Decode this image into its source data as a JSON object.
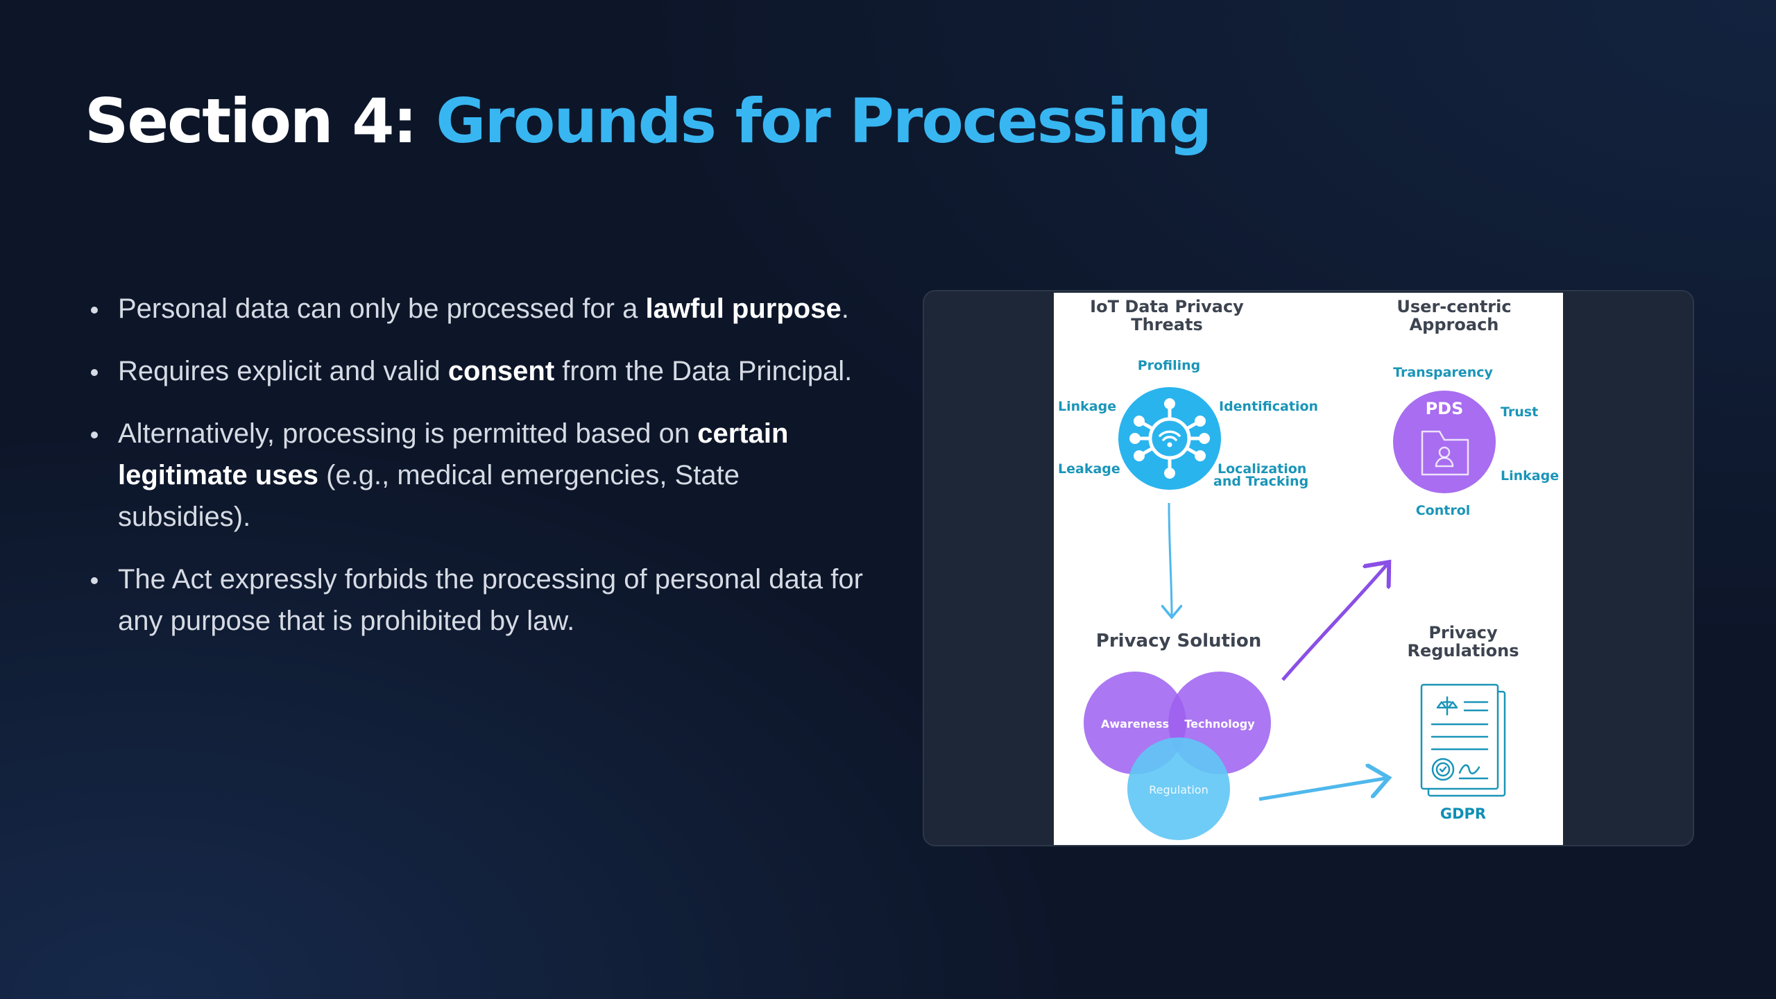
{
  "title": {
    "prefix": "Section 4:",
    "highlight": "Grounds for Processing"
  },
  "bullets": [
    {
      "parts": [
        {
          "text": "Personal data can only be processed for a ",
          "bold": false
        },
        {
          "text": "lawful purpose",
          "bold": true
        },
        {
          "text": ".",
          "bold": false
        }
      ]
    },
    {
      "parts": [
        {
          "text": "Requires explicit and valid ",
          "bold": false
        },
        {
          "text": "consent",
          "bold": true
        },
        {
          "text": " from the Data Principal.",
          "bold": false
        }
      ]
    },
    {
      "parts": [
        {
          "text": "Alternatively, processing is permitted based on ",
          "bold": false
        },
        {
          "text": "certain legitimate uses",
          "bold": true
        },
        {
          "text": " (e.g., medical emergencies, State subsidies).",
          "bold": false
        }
      ]
    },
    {
      "parts": [
        {
          "text": "The Act expressly forbids the processing of personal data for any purpose that is prohibited by law.",
          "bold": false
        }
      ]
    }
  ],
  "figure": {
    "threats": {
      "heading_line1": "IoT Data Privacy",
      "heading_line2": "Threats",
      "profiling": "Profiling",
      "linkage": "Linkage",
      "identification": "Identification",
      "leakage": "Leakage",
      "localization_line1": "Localization",
      "localization_line2": "and Tracking"
    },
    "user_centric": {
      "heading_line1": "User-centric",
      "heading_line2": "Approach",
      "transparency": "Transparency",
      "pds": "PDS",
      "trust": "Trust",
      "linkage": "Linkage",
      "control": "Control"
    },
    "solution": {
      "heading": "Privacy Solution",
      "awareness": "Awareness",
      "technology": "Technology",
      "regulation": "Regulation"
    },
    "regulations": {
      "heading_line1": "Privacy",
      "heading_line2": "Regulations",
      "gdpr": "GDPR"
    }
  },
  "colors": {
    "accent": "#38b6f2",
    "hub_blue": "#29b4ee",
    "purple": "#a86df0",
    "light_blue": "#5fc6f5",
    "label_teal": "#1a95b8"
  }
}
